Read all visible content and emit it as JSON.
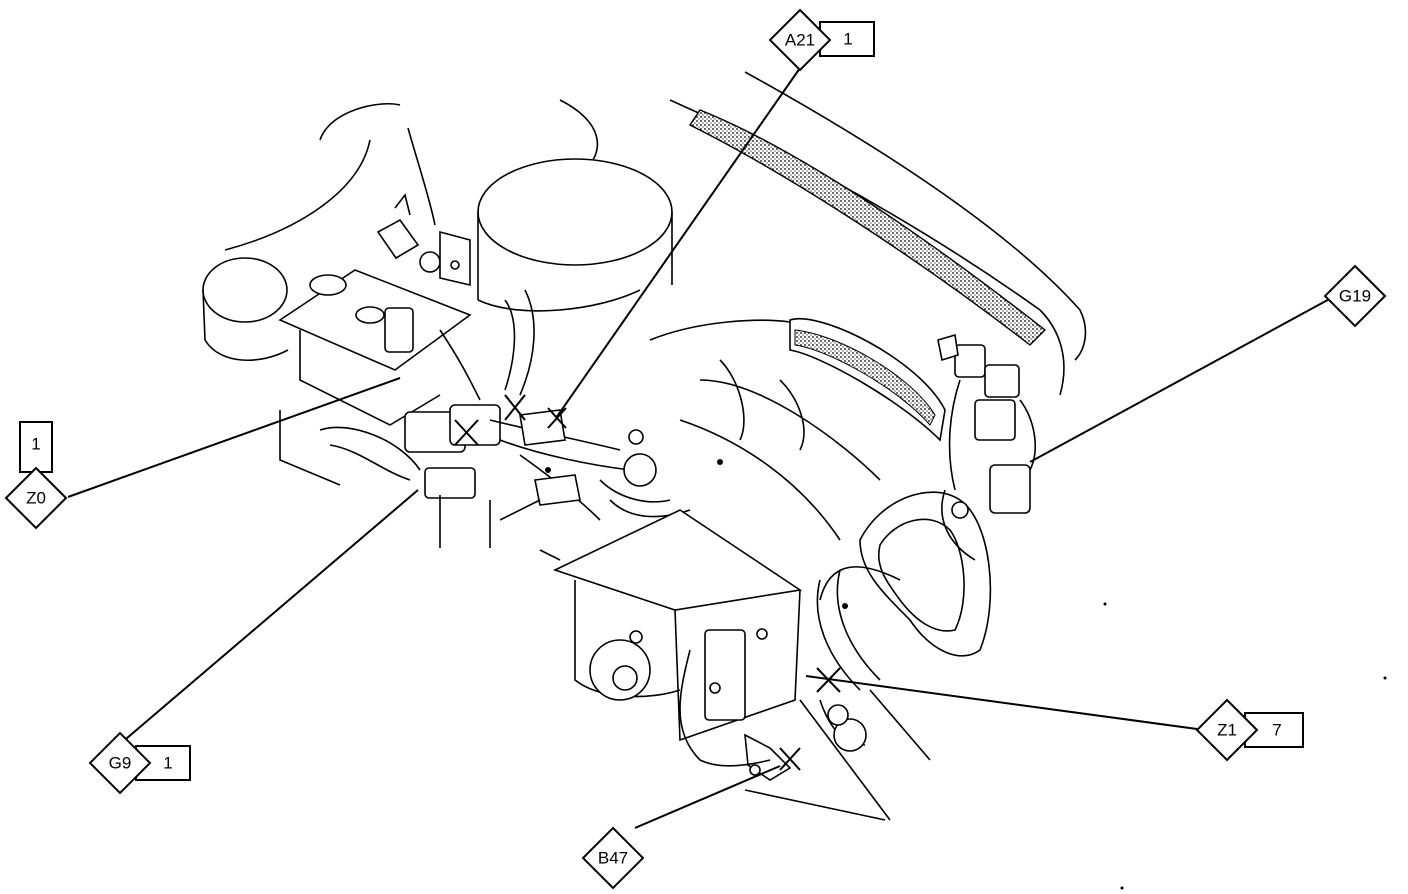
{
  "callouts": {
    "a21": {
      "code": "A21",
      "count": "1"
    },
    "g19": {
      "code": "G19"
    },
    "z0": {
      "code": "Z0",
      "count": "1"
    },
    "g9": {
      "code": "G9",
      "count": "1"
    },
    "z1": {
      "code": "Z1",
      "count": "7"
    },
    "b47": {
      "code": "B47"
    }
  }
}
